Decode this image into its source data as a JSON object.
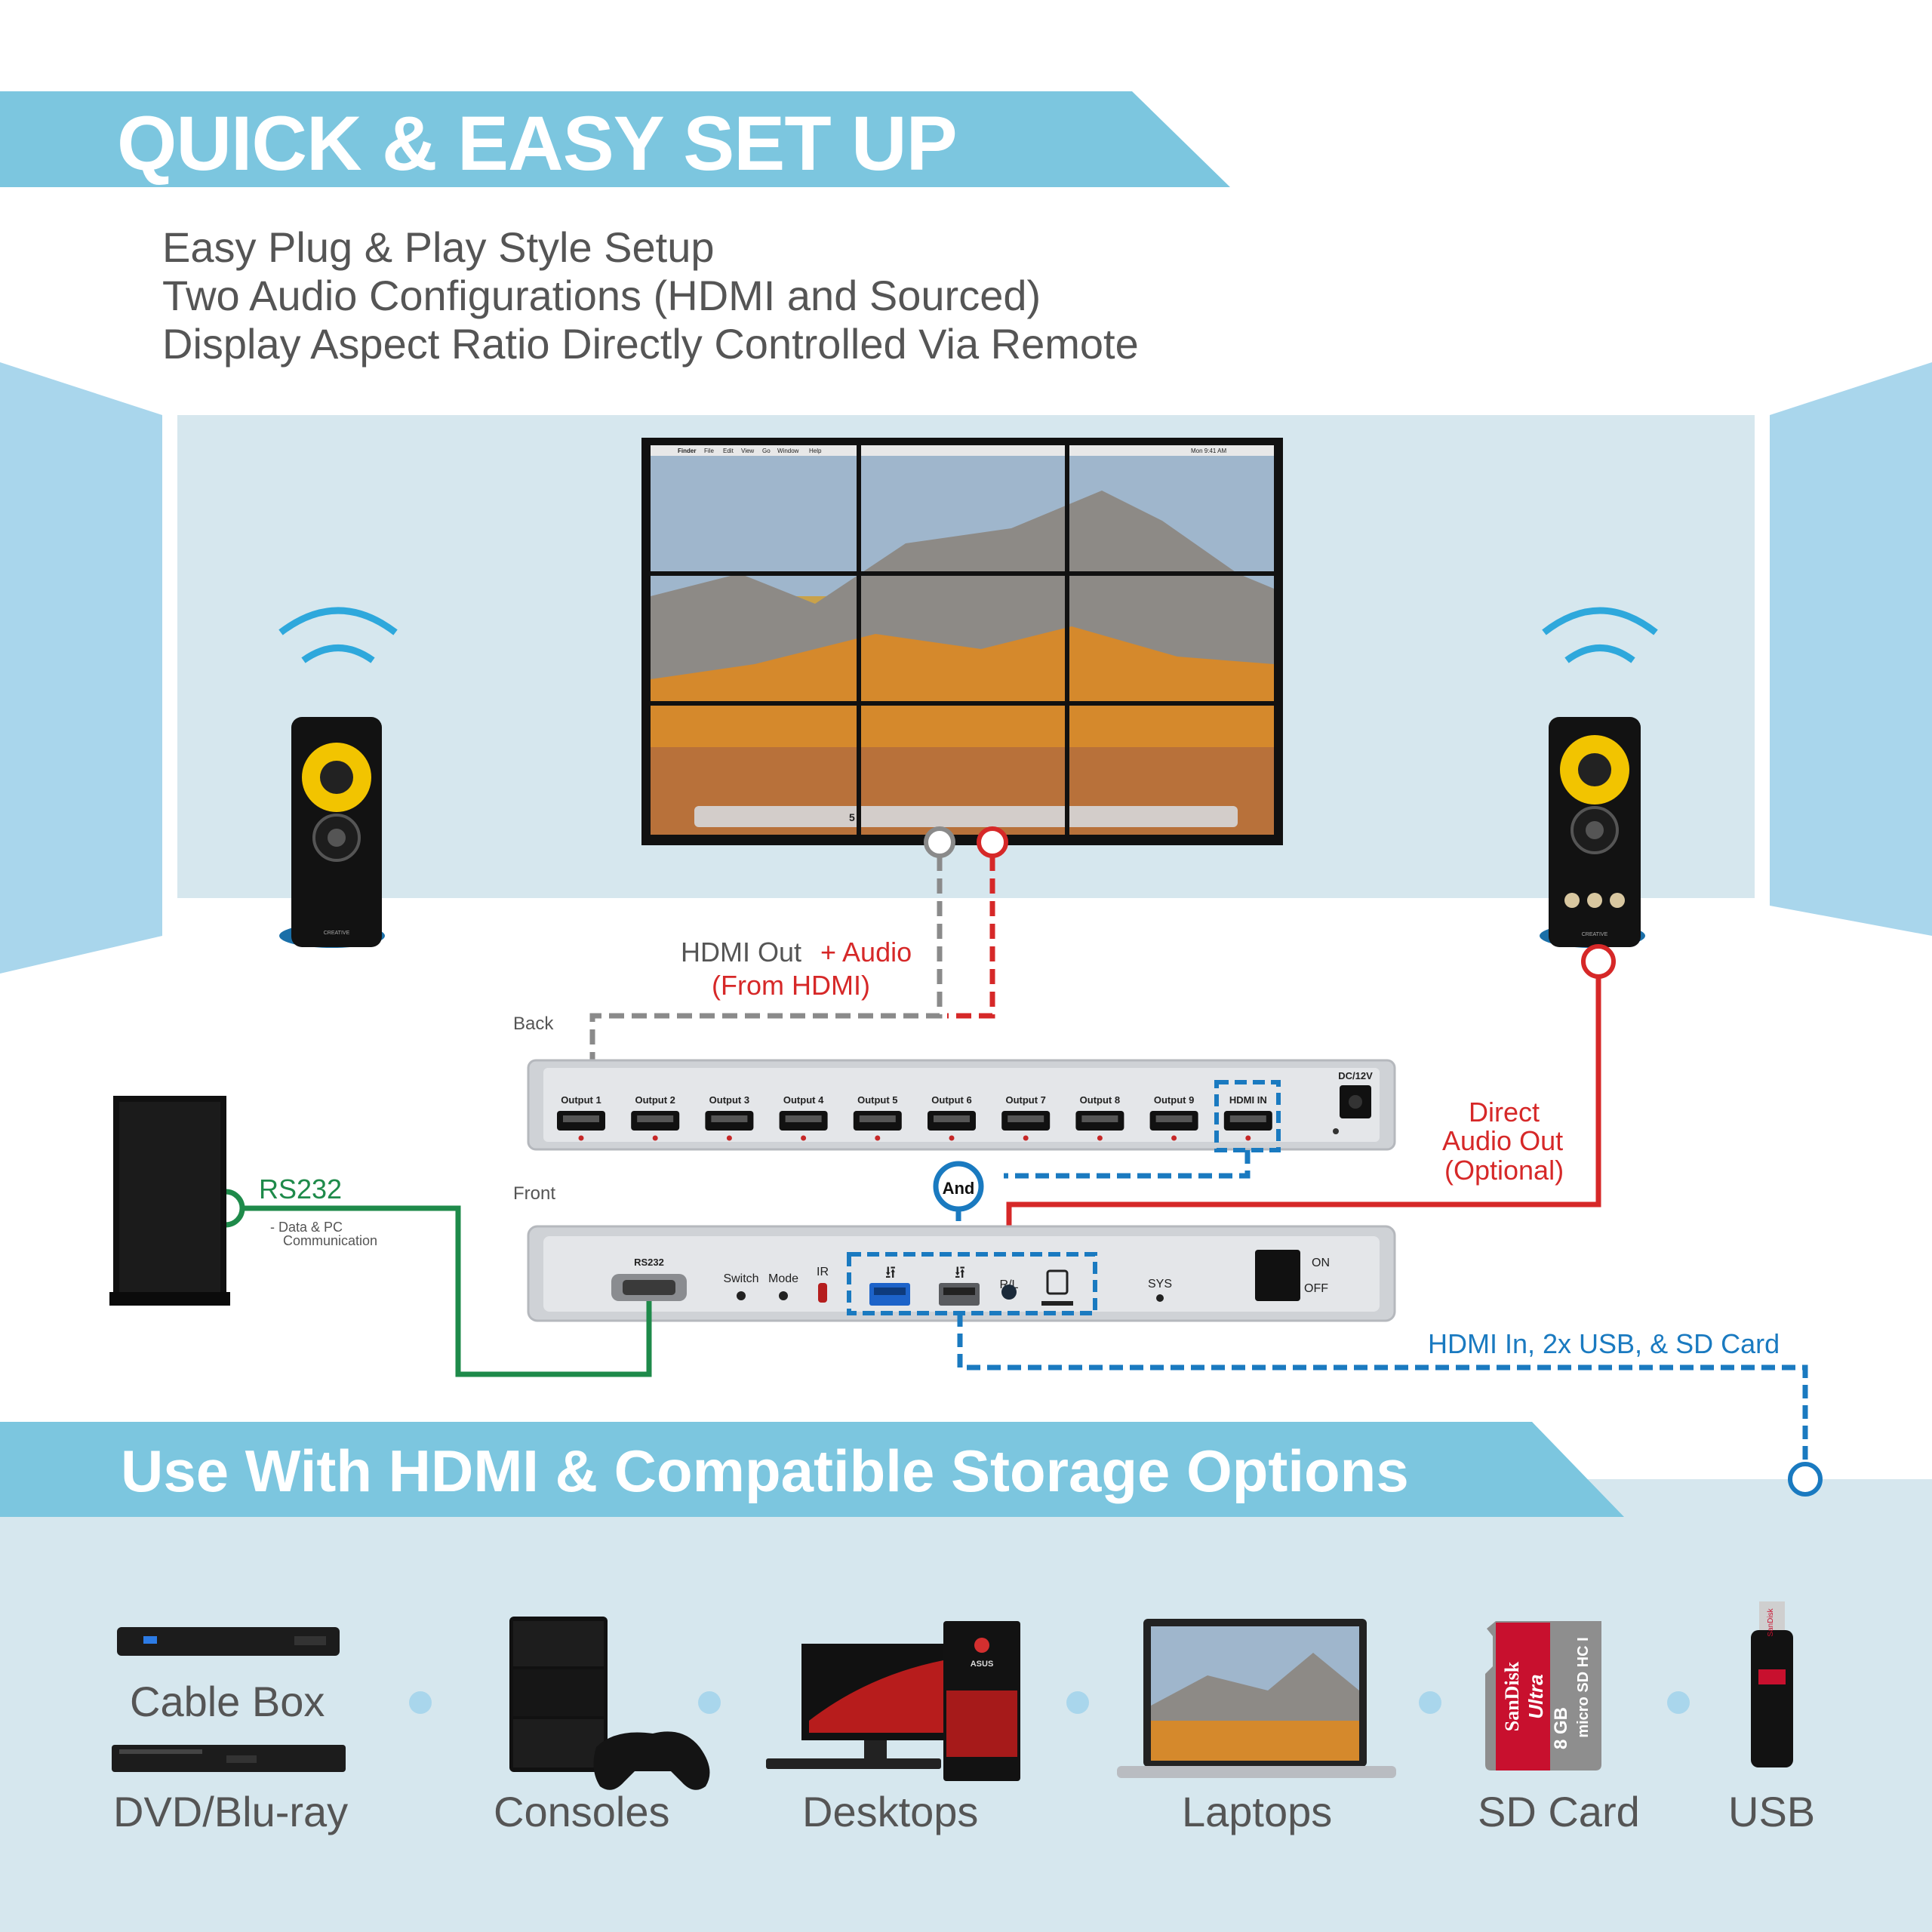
{
  "header": {
    "title": "QUICK & EASY SET UP"
  },
  "features": [
    "Easy Plug & Play Style Setup",
    "Two Audio Configurations (HDMI and Sourced)",
    "Display Aspect Ratio Directly Controlled Via Remote"
  ],
  "diagram": {
    "hdmi_out_label_a": "HDMI Out",
    "hdmi_out_label_b": "+ Audio",
    "hdmi_out_label_c": "(From HDMI)",
    "back_label": "Back",
    "front_label": "Front",
    "rs232_label": "RS232",
    "rs232_sub_a": "- Data & PC",
    "rs232_sub_b": "Communication",
    "direct_audio_a": "Direct",
    "direct_audio_b": "Audio Out",
    "direct_audio_c": "(Optional)",
    "and_label": "And",
    "hdmi_in_usb_sd": "HDMI In, 2x USB, & SD Card",
    "back_ports": [
      "Output 1",
      "Output 2",
      "Output 3",
      "Output 4",
      "Output 5",
      "Output 6",
      "Output 7",
      "Output 8",
      "Output 9",
      "HDMI IN"
    ],
    "dc_label": "DC/12V",
    "front_rs232": "RS232",
    "front_switch": "Switch",
    "front_mode": "Mode",
    "front_ir": "IR",
    "front_rl": "R/L",
    "front_sys": "SYS",
    "front_on": "ON",
    "front_off": "OFF",
    "speaker_brand": "CREATIVE",
    "menu_bar": [
      "Finder",
      "File",
      "Edit",
      "View",
      "Go",
      "Window",
      "Help"
    ],
    "menu_time": "Mon 9:41 AM",
    "dock_calendar": "5"
  },
  "footer": {
    "title": "Use With HDMI & Compatible Storage Options",
    "devices": [
      "Cable Box",
      "DVD/Blu-ray",
      "Consoles",
      "Desktops",
      "Laptops",
      "SD Card",
      "USB"
    ],
    "sd_card_text": [
      "SanDisk",
      "Ultra",
      "8 GB",
      "micro SD HC I"
    ],
    "usb_brand": "SanDisk",
    "desktop_brand": "ASUS"
  },
  "colors": {
    "banner": "#7cc6df",
    "room_wall": "#d6e7ee",
    "side_wall": "#a9d6ec",
    "red": "#d62828",
    "blue": "#1a7ac0",
    "green": "#1e8a4a",
    "gray_dash": "#8a8a8a"
  }
}
